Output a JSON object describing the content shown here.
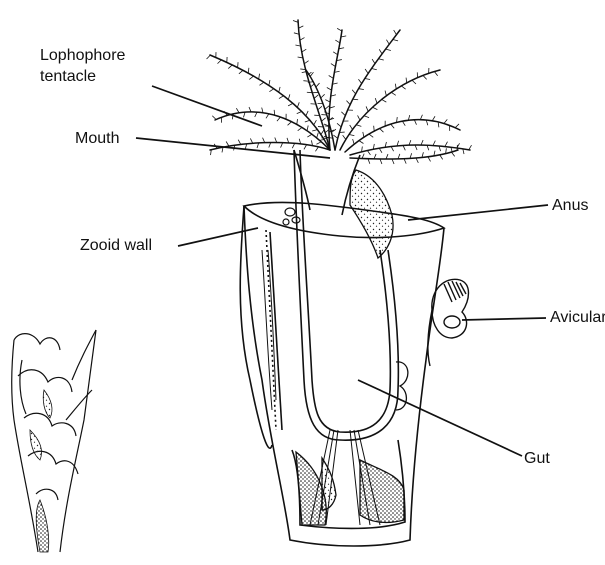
{
  "labels": {
    "lophophore_line1": "Lophophore",
    "lophophore_line2": "tentacle",
    "mouth": "Mouth",
    "zooid_wall": "Zooid wall",
    "anus": "Anus",
    "avicularia": "Avicularia",
    "gut": "Gut"
  }
}
